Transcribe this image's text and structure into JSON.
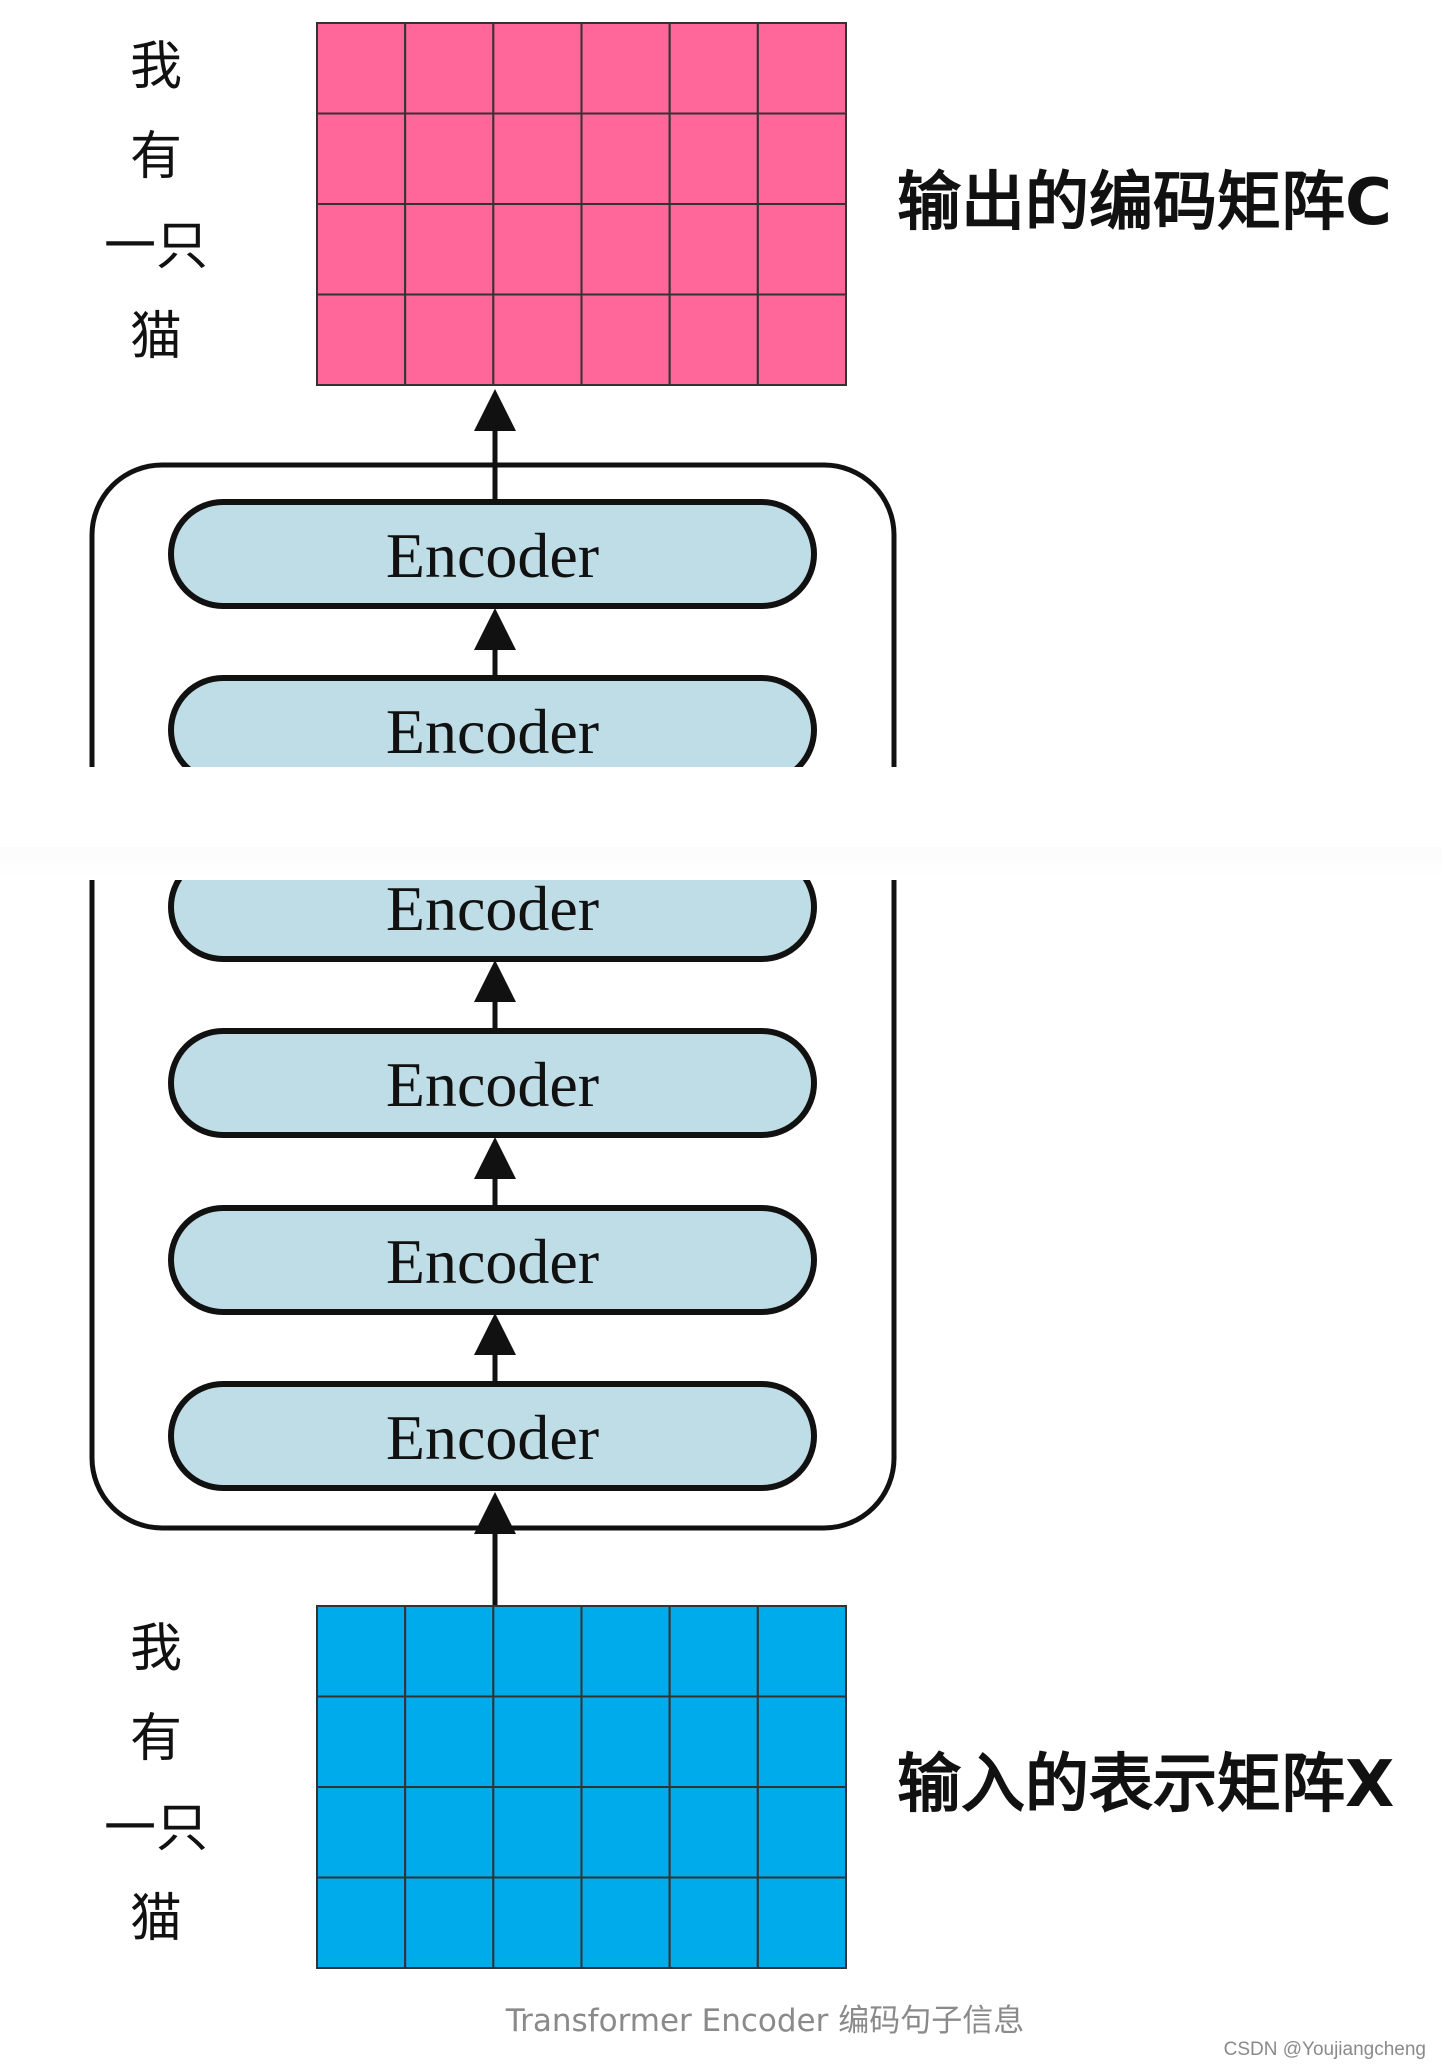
{
  "output_matrix": {
    "rows": 4,
    "cols": 6,
    "fill": "#FF6699",
    "row_labels": [
      "我",
      "有",
      "一只",
      "猫"
    ],
    "label": "输出的编码矩阵C"
  },
  "encoder_stack": {
    "box_fill": "#BFDDE6",
    "encoders": [
      {
        "label": "Encoder"
      },
      {
        "label": "Encoder"
      },
      {
        "label": "Encoder"
      },
      {
        "label": "Encoder"
      },
      {
        "label": "Encoder"
      },
      {
        "label": "Encoder"
      }
    ]
  },
  "input_matrix": {
    "rows": 4,
    "cols": 6,
    "fill": "#00ABEB",
    "row_labels": [
      "我",
      "有",
      "一只",
      "猫"
    ],
    "label": "输入的表示矩阵X"
  },
  "caption": "Transformer Encoder 编码句子信息",
  "watermark": "CSDN @Youjiangcheng",
  "colors": {
    "line": "#111111",
    "gap_band": "#ffffff",
    "background": "#ffffff"
  }
}
